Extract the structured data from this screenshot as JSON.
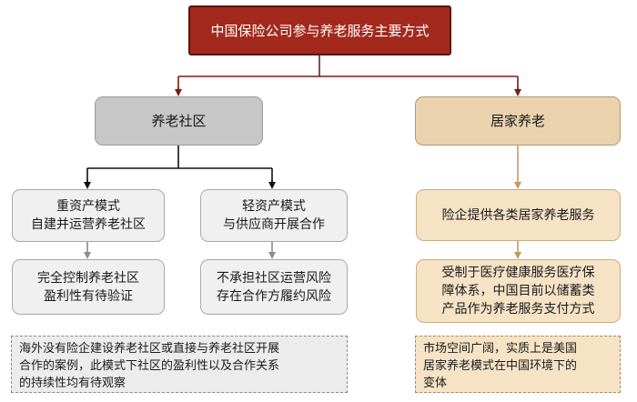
{
  "root": {
    "label": "中国保险公司参与养老服务主要方式"
  },
  "community": {
    "label": "养老社区",
    "heavy_asset": {
      "lines": [
        "重资产模式",
        "自建并运营养老社区"
      ]
    },
    "light_asset": {
      "lines": [
        "轻资产模式",
        "与供应商开展合作"
      ]
    },
    "heavy_result": {
      "lines": [
        "完全控制养老社区",
        "盈利性有待验证"
      ]
    },
    "light_result": {
      "lines": [
        "不承担社区运营风险",
        "存在合作方履约风险"
      ]
    },
    "note": {
      "lines": [
        "海外没有险企建设养老社区或直接与养老社区开展",
        "合作的案例，此模式下社区的盈利性以及合作关系",
        "的持续性均有待观察"
      ]
    }
  },
  "home": {
    "label": "居家养老",
    "service": {
      "lines": [
        "险企提供各类居家养老服务"
      ]
    },
    "payment": {
      "lines": [
        "受制于医疗健康服务医疗保",
        "障体系，中国目前以储蓄类",
        "产品作为养老服务支付方式"
      ]
    },
    "note": {
      "lines": [
        "市场空间广阔，实质上是美国",
        "居家养老模式在中国环境下的",
        "变体"
      ]
    }
  },
  "colors": {
    "root_fill": "#a2291c",
    "community_fill": "#c7c7c7",
    "home_fill": "#e9d2ad",
    "home_arrow": "#c29b5e"
  }
}
